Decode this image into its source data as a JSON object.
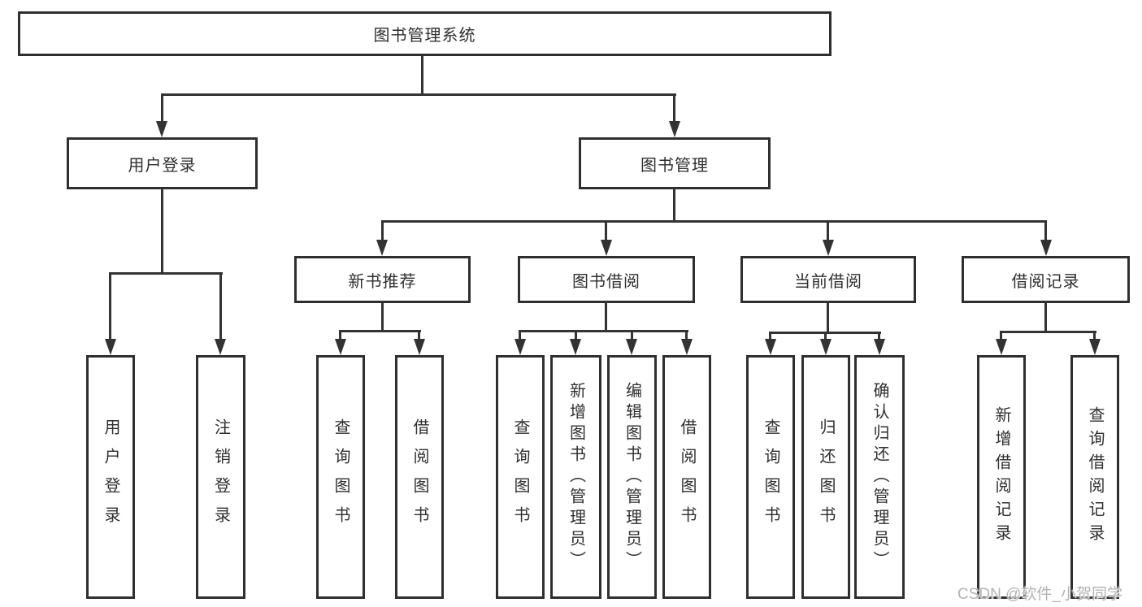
{
  "tree": {
    "label": "图书管理系统",
    "children": [
      {
        "label": "用户登录",
        "children": [
          {
            "label": "用户登录"
          },
          {
            "label": "注销登录"
          }
        ]
      },
      {
        "label": "图书管理",
        "children": [
          {
            "label": "新书推荐",
            "children": [
              {
                "label": "查询图书"
              },
              {
                "label": "借阅图书"
              }
            ]
          },
          {
            "label": "图书借阅",
            "children": [
              {
                "label": "查询图书"
              },
              {
                "label": "新增图书（管理员）"
              },
              {
                "label": "编辑图书（管理员）"
              },
              {
                "label": "借阅图书"
              }
            ]
          },
          {
            "label": "当前借阅",
            "children": [
              {
                "label": "查询图书"
              },
              {
                "label": "归还图书"
              },
              {
                "label": "确认归还（管理员）"
              }
            ]
          },
          {
            "label": "借阅记录",
            "children": [
              {
                "label": "新增借阅记录"
              },
              {
                "label": "查询借阅记录"
              }
            ]
          }
        ]
      }
    ]
  },
  "watermark": {
    "text": "CSDN @软件_小贺同学"
  },
  "colors": {
    "line": "#333333",
    "border": "#2f2f2f",
    "text": "#2f2f2f",
    "watermark": "#b3b3b3",
    "background": "#ffffff"
  }
}
